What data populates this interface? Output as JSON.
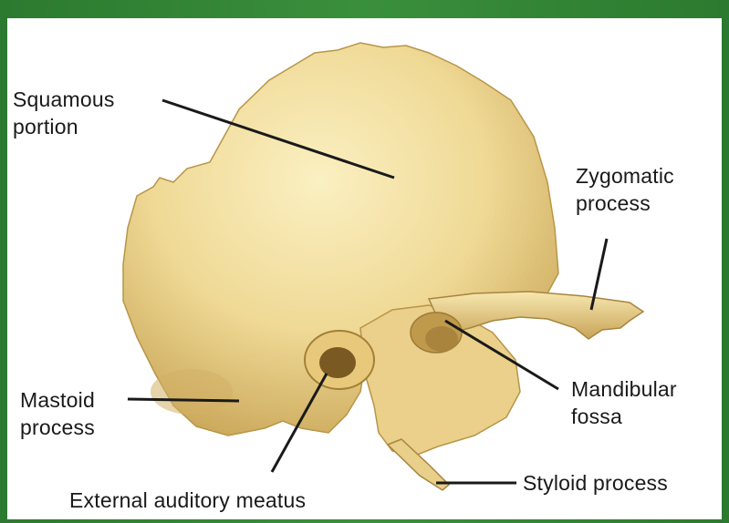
{
  "labels": {
    "squamous": [
      "Squamous",
      "portion"
    ],
    "zygomatic": [
      "Zygomatic",
      "process"
    ],
    "mastoid": [
      "Mastoid",
      "process"
    ],
    "mandibular": [
      "Mandibular",
      "fossa"
    ],
    "styloid": "Styloid process",
    "external_auditory": "External auditory meatus"
  },
  "colors": {
    "border": "#2e7d32",
    "bone": "#f0dc9a",
    "bone_shadow": "#c9a85a",
    "leader": "#1a1a1a"
  }
}
